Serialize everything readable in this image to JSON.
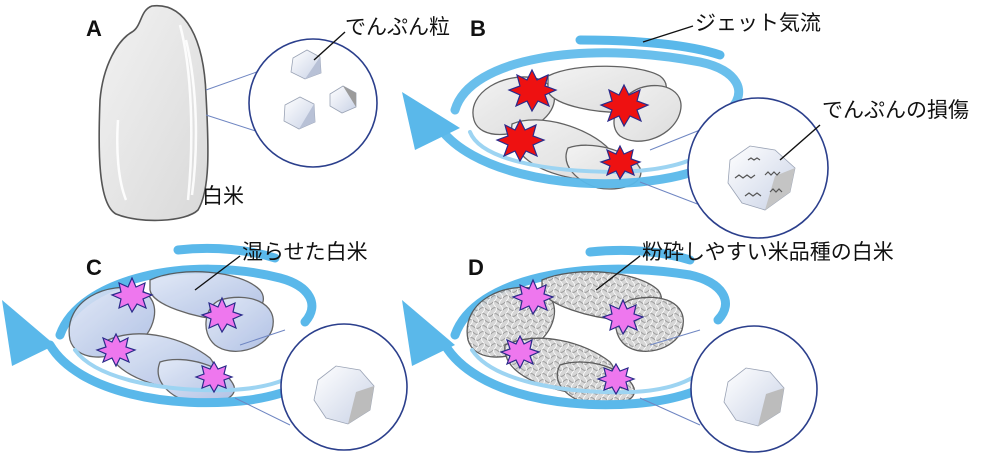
{
  "panels": {
    "a": {
      "letter": "A",
      "labels": {
        "starch": "でんぷん粒",
        "rice": "白米"
      }
    },
    "b": {
      "letter": "B",
      "labels": {
        "jet": "ジェット気流",
        "damage": "でんぷんの損傷"
      }
    },
    "c": {
      "letter": "C",
      "labels": {
        "wet": "湿らせた白米"
      }
    },
    "d": {
      "letter": "D",
      "labels": {
        "brittle": "粉砕しやすい米品種の白米"
      }
    }
  },
  "colors": {
    "airflow": "#5ab8ea",
    "burst_red": "#ee1111",
    "burst_pink": "#ee77ee",
    "burst_outline": "#2a2a8a",
    "circle_outline": "#2b3f8c"
  }
}
